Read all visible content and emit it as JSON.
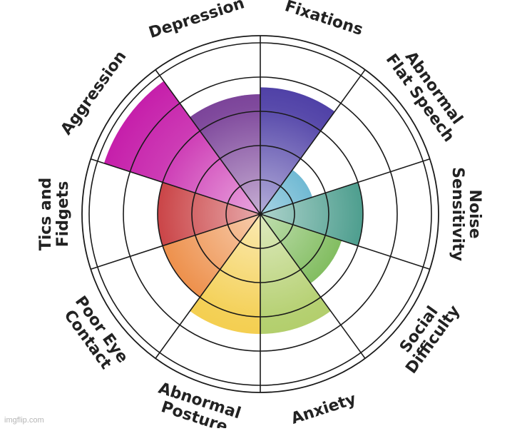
{
  "chart_data": {
    "type": "radial-bar",
    "r_max": 5,
    "grid": true,
    "categories": [
      "Fixations",
      "Abnormal Flat Speech",
      "Noise Sensitivity",
      "Social Difficulty",
      "Anxiety",
      "Abnormal Posture",
      "Poor Eye Contact",
      "Tics and Fidgets",
      "Aggression",
      "Depression"
    ],
    "category_lines": [
      [
        "Fixations"
      ],
      [
        "Abnormal",
        "Flat Speech"
      ],
      [
        "Noise",
        "Sensitivity"
      ],
      [
        "Social",
        "Difficulty"
      ],
      [
        "Anxiety"
      ],
      [
        "Abnormal",
        "Posture"
      ],
      [
        "Poor Eye",
        "Contact"
      ],
      [
        "Tics and",
        "Fidgets"
      ],
      [
        "Aggression"
      ],
      [
        "Depression"
      ]
    ],
    "values": [
      3.7,
      1.6,
      3.0,
      2.5,
      3.5,
      3.5,
      3.0,
      3.0,
      4.8,
      3.5
    ],
    "colors": [
      "#3a2a9c",
      "#1a8fb8",
      "#2a8a78",
      "#5aa82e",
      "#a8c858",
      "#f2c838",
      "#ea7a28",
      "#c01e22",
      "#c418a8",
      "#6a2a8c"
    ]
  },
  "watermark": "imgflip.com"
}
